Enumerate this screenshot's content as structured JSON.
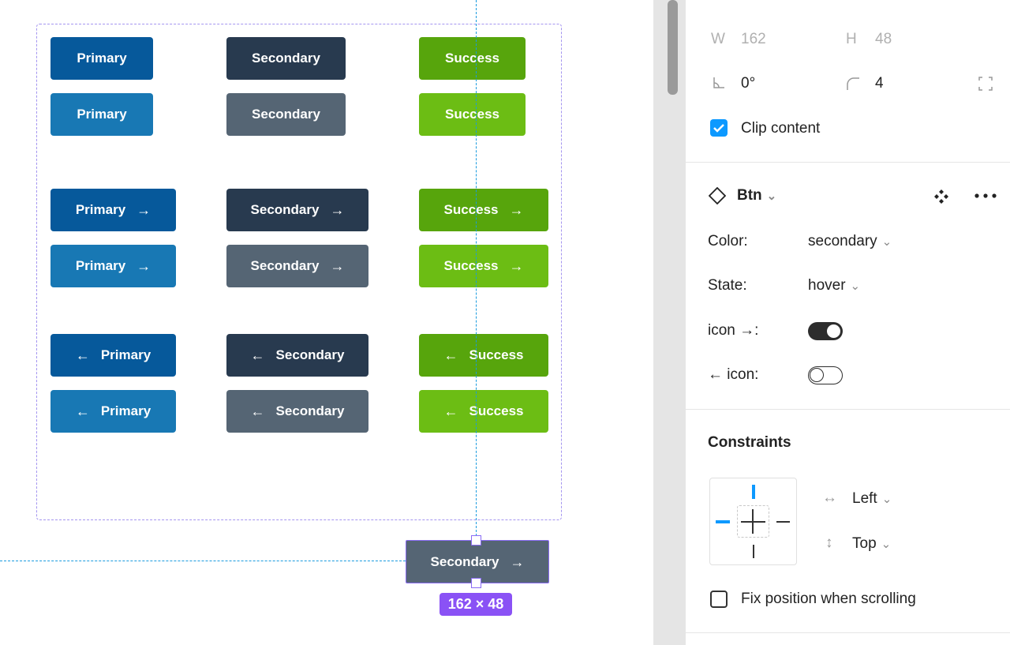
{
  "canvas": {
    "rows": [
      [
        {
          "label": "Primary"
        },
        {
          "label": "Secondary"
        },
        {
          "label": "Success"
        }
      ],
      [
        {
          "label": "Primary"
        },
        {
          "label": "Secondary"
        },
        {
          "label": "Success"
        }
      ],
      [
        {
          "label": "Primary",
          "icon_right": "→"
        },
        {
          "label": "Secondary",
          "icon_right": "→"
        },
        {
          "label": "Success",
          "icon_right": "→"
        }
      ],
      [
        {
          "label": "Primary",
          "icon_right": "→"
        },
        {
          "label": "Secondary",
          "icon_right": "→"
        },
        {
          "label": "Success",
          "icon_right": "→"
        }
      ],
      [
        {
          "label": "Primary",
          "icon_left": "←"
        },
        {
          "label": "Secondary",
          "icon_left": "←"
        },
        {
          "label": "Success",
          "icon_left": "←"
        }
      ],
      [
        {
          "label": "Primary",
          "icon_left": "←"
        },
        {
          "label": "Secondary",
          "icon_left": "←"
        },
        {
          "label": "Success",
          "icon_left": "←"
        }
      ]
    ],
    "selected": {
      "label": "Secondary",
      "icon": "→",
      "size_badge": "162 × 48"
    }
  },
  "panel": {
    "w_label": "W",
    "w_value": "162",
    "h_label": "H",
    "h_value": "48",
    "rotation_value": "0°",
    "radius_value": "4",
    "clip_content": "Clip content",
    "clip_checked": true,
    "component": {
      "name": "Btn",
      "props": [
        {
          "label": "Color:",
          "value": "secondary"
        },
        {
          "label": "State:",
          "value": "hover"
        },
        {
          "label": "icon →:",
          "toggle": true
        },
        {
          "label": "← icon:",
          "toggle": false
        }
      ]
    },
    "constraints": {
      "title": "Constraints",
      "horizontal": "Left",
      "vertical": "Top"
    },
    "fix_position": "Fix position when scrolling",
    "fix_checked": false
  },
  "colors": {
    "primary_default": "#06599b",
    "primary_hover": "#1878b4",
    "secondary_default": "#283a4f",
    "secondary_hover": "#556574",
    "success_default": "#57a50c",
    "success_hover": "#6cbd14",
    "selection": "#8a6cf5",
    "guide": "#1a9bdf",
    "accent": "#0d99ff"
  },
  "icons": [
    "arrow-right-icon",
    "arrow-left-icon",
    "diamond-icon",
    "component-icon",
    "more-icon",
    "rotation-icon",
    "corner-radius-icon",
    "expand-corners-icon",
    "horizontal-arrows-icon",
    "vertical-arrows-icon"
  ]
}
